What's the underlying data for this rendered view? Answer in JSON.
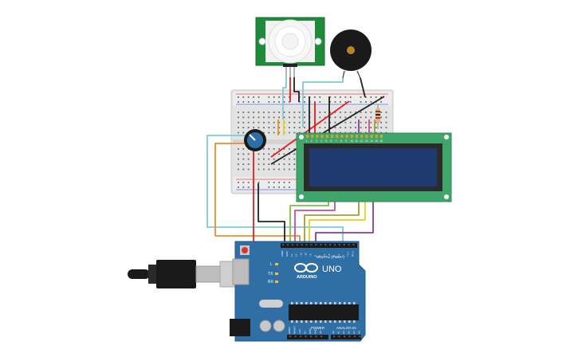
{
  "colors": {
    "arduino_board": "#2f6fa6",
    "breadboard": "#e6e6e6",
    "lcd_frame": "#3fa56a",
    "lcd_screen": "#1e3a6e",
    "pir_board": "#1f8a3a",
    "buzzer": "#1a1a1a",
    "wire_red": "#e02020",
    "wire_black": "#222222",
    "wire_cyan": "#7fc9d6",
    "wire_orange": "#e8902a",
    "wire_green": "#7ac142",
    "wire_purple": "#8a3aa0",
    "wire_yellow": "#e8d020",
    "wire_pink": "#d04a9a",
    "wire_olive": "#a0a030"
  },
  "components": {
    "pir_sensor": {
      "icon": "pir-motion-sensor-icon"
    },
    "buzzer": {
      "icon": "piezo-buzzer-icon"
    },
    "potentiometer": {
      "icon": "potentiometer-icon"
    },
    "lcd": {
      "icon": "lcd-16x2-icon"
    },
    "usb_cable": {
      "icon": "usb-cable-icon"
    },
    "arduino": {
      "icon": "arduino-uno-icon"
    }
  },
  "arduino": {
    "brand": "ARDUINO",
    "model": "UNO",
    "digital_label": "DIGITAL (PWM~)",
    "power_label": "POWER",
    "analog_label": "ANALOG IN",
    "led_l": "L",
    "led_tx": "TX",
    "led_rx": "RX",
    "header_pins": [
      "AREF",
      "GND",
      "13",
      "12",
      "~11",
      "~10",
      "~9",
      "8",
      "7",
      "~6",
      "~5",
      "4",
      "~3",
      "2",
      "TX 1",
      "RX 0"
    ],
    "power_pins": [
      "IOREF",
      "RESET",
      "3.3V",
      "5V",
      "GND",
      "GND",
      "Vin"
    ],
    "analog_pins": [
      "A0",
      "A1",
      "A2",
      "A3",
      "A4",
      "A5"
    ]
  },
  "lcd": {
    "pin_numbers": [
      "1",
      "2",
      "3",
      "4",
      "5",
      "6",
      "7",
      "8",
      "9",
      "10",
      "11",
      "12",
      "13",
      "14",
      "15",
      "16"
    ]
  }
}
